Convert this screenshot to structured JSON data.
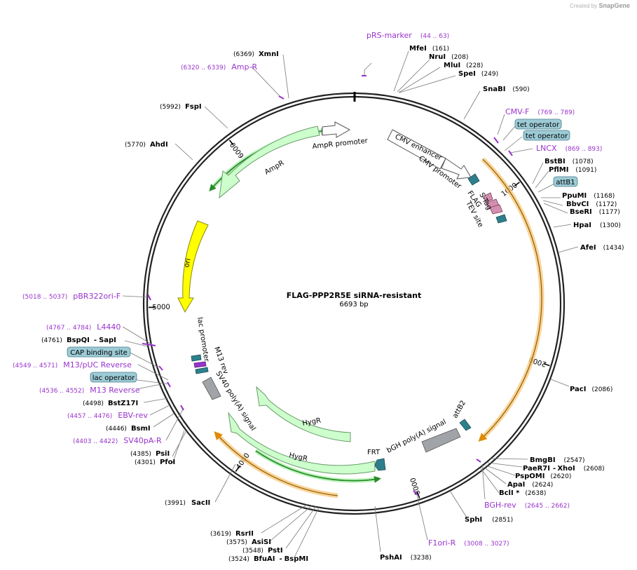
{
  "plasmid": {
    "name": "FLAG-PPP2R5E siRNA-resistant",
    "length_label": "6693 bp",
    "total_bp": 6693
  },
  "credit": {
    "prefix": "Created by",
    "brand": "SnapGene"
  },
  "ticks": [
    {
      "bp": 1000,
      "label": "1000"
    },
    {
      "bp": 2000,
      "label": "2000"
    },
    {
      "bp": 3000,
      "label": "3000"
    },
    {
      "bp": 4000,
      "label": "4000"
    },
    {
      "bp": 5000,
      "label": "5000"
    },
    {
      "bp": 6000,
      "label": "6000"
    }
  ],
  "colors": {
    "enzyme": "#000000",
    "primer": "#9933cc",
    "ampr": "#ccffcc",
    "ori": "#ffff00",
    "hygr": "#ccffcc",
    "orf_highlight": "#f9c97d",
    "teal": "#2e7f8c",
    "pink": "#d48fb0",
    "gray": "#a0a4a8",
    "feature_box": "#9ccbd6"
  },
  "enzymes": [
    {
      "name": "MfeI",
      "pos": "(161)"
    },
    {
      "name": "NruI",
      "pos": "(208)"
    },
    {
      "name": "MluI",
      "pos": "(228)"
    },
    {
      "name": "SpeI",
      "pos": "(249)"
    },
    {
      "name": "SnaBI",
      "pos": "(590)"
    },
    {
      "name": "BstBI",
      "pos": "(1078)"
    },
    {
      "name": "PflMI",
      "pos": "(1091)"
    },
    {
      "name": "PpuMI",
      "pos": "(1168)"
    },
    {
      "name": "BbvCI",
      "pos": "(1172)"
    },
    {
      "name": "BseRI",
      "pos": "(1177)"
    },
    {
      "name": "HpaI",
      "pos": "(1300)"
    },
    {
      "name": "AfeI",
      "pos": "(1434)"
    },
    {
      "name": "PacI",
      "pos": "(2086)"
    },
    {
      "name": "BmgBI",
      "pos": "(2547)"
    },
    {
      "name": "PaeR7I",
      "name2": "XhoI",
      "pos": "(2608)"
    },
    {
      "name": "PspOMI",
      "pos": "(2620)"
    },
    {
      "name": "ApaI",
      "pos": "(2624)"
    },
    {
      "name": "BclI *",
      "pos": "(2638)"
    },
    {
      "name": "SphI",
      "pos": "(2851)"
    },
    {
      "name": "PshAI",
      "pos": "(3238)"
    },
    {
      "name": "RsrII",
      "pos": "(3619)"
    },
    {
      "name": "AsiSI",
      "pos": "(3575)"
    },
    {
      "name": "PstI",
      "pos": "(3548)"
    },
    {
      "name": "BfuAI",
      "name2": "BspMI",
      "pos": "(3524)"
    },
    {
      "name": "SacII",
      "pos": "(3991)"
    },
    {
      "name": "PsiI",
      "pos": "(4385)"
    },
    {
      "name": "PfoI",
      "pos": "(4301)"
    },
    {
      "name": "BsmI",
      "pos": "(4446)"
    },
    {
      "name": "BstZ17I",
      "pos": "(4498)"
    },
    {
      "name": "BspQI",
      "name2": "SapI",
      "pos": "(4761)"
    },
    {
      "name": "AhdI",
      "pos": "(5770)"
    },
    {
      "name": "FspI",
      "pos": "(5992)"
    },
    {
      "name": "XmnI",
      "pos": "(6369)"
    }
  ],
  "primers": [
    {
      "name": "pRS-marker",
      "range": "(44 .. 63)"
    },
    {
      "name": "CMV-F",
      "range": "(769 .. 789)"
    },
    {
      "name": "LNCX",
      "range": "(869 .. 893)"
    },
    {
      "name": "BGH-rev",
      "range": "(2645 .. 2662)"
    },
    {
      "name": "F1ori-R",
      "range": "(3008 .. 3027)"
    },
    {
      "name": "SV40pA-R",
      "range": "(4403 .. 4422)"
    },
    {
      "name": "EBV-rev",
      "range": "(4457 .. 4476)"
    },
    {
      "name": "M13 Reverse",
      "range": "(4536 .. 4552)"
    },
    {
      "name": "M13/pUC Reverse",
      "range": "(4549 .. 4571)"
    },
    {
      "name": "L4440",
      "range": "(4767 .. 4784)"
    },
    {
      "name": "pBR322ori-F",
      "range": "(5018 .. 5037)"
    },
    {
      "name": "Amp-R",
      "range": "(6320 .. 6339)"
    }
  ],
  "boxed_features": [
    "tet operator",
    "tet operator",
    "attB1",
    "CAP binding site",
    "lac operator"
  ],
  "features": [
    {
      "name": "CMV enhancer"
    },
    {
      "name": "CMV promoter"
    },
    {
      "name": "FLAG"
    },
    {
      "name": "S-Tag"
    },
    {
      "name": "TEV site"
    },
    {
      "name": "AmpR promoter"
    },
    {
      "name": "AmpR"
    },
    {
      "name": "ori"
    },
    {
      "name": "lac promoter"
    },
    {
      "name": "M13 rev"
    },
    {
      "name": "SV40 poly(A) signal"
    },
    {
      "name": "HygR"
    },
    {
      "name": "HygR"
    },
    {
      "name": "FRT"
    },
    {
      "name": "bGH poly(A) signal"
    },
    {
      "name": "attB2"
    }
  ]
}
